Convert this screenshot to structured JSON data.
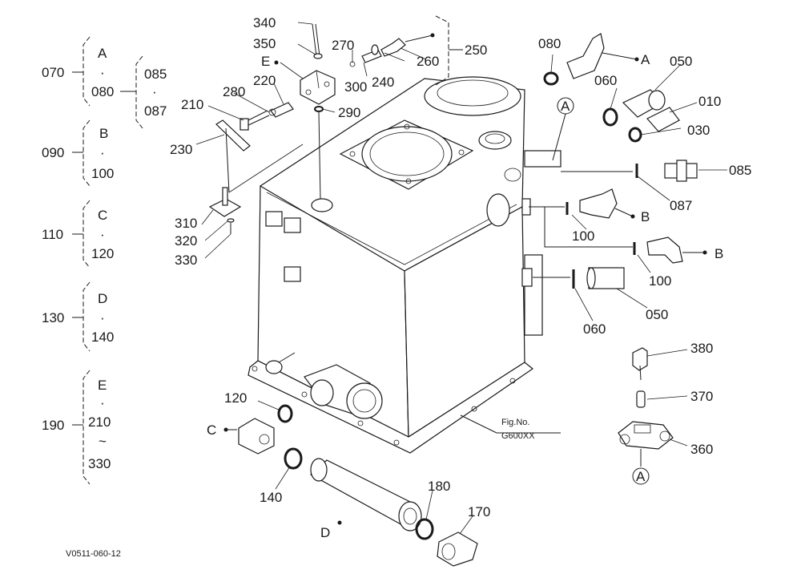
{
  "figure": {
    "fig_no_label": "Fig.No.",
    "fig_no_value": "G600XX",
    "doc_code": "V0511-060-12"
  },
  "groups": [
    {
      "id": "070",
      "lines": [
        "A",
        "·",
        "080"
      ]
    },
    {
      "id": "090",
      "lines": [
        "B",
        "·",
        "100"
      ]
    },
    {
      "id": "110",
      "lines": [
        "C",
        "·",
        "120"
      ]
    },
    {
      "id": "130",
      "lines": [
        "D",
        "·",
        "140"
      ]
    },
    {
      "id": "190",
      "lines": [
        "E",
        "·",
        "210",
        "~",
        "330"
      ]
    }
  ],
  "subgroup": {
    "lines": [
      "085",
      "·",
      "087"
    ]
  },
  "parts": {
    "p010": "010",
    "p030": "030",
    "p050a": "050",
    "p050b": "050",
    "p060a": "060",
    "p060b": "060",
    "p080": "080",
    "p085": "085",
    "p087": "087",
    "p100a": "100",
    "p100b": "100",
    "p120": "120",
    "p140": "140",
    "p170": "170",
    "p180": "180",
    "p210": "210",
    "p220": "220",
    "p230": "230",
    "p240": "240",
    "p250": "250",
    "p260": "260",
    "p270": "270",
    "p280": "280",
    "p290": "290",
    "p300": "300",
    "p310": "310",
    "p320": "320",
    "p330": "330",
    "p340": "340",
    "p350": "350",
    "p360": "360",
    "p370": "370",
    "p380": "380"
  },
  "refs": {
    "A1": "A",
    "B1": "B",
    "B2": "B",
    "C": "C",
    "D": "D",
    "E": "E",
    "circA1": "A",
    "circA2": "A"
  }
}
